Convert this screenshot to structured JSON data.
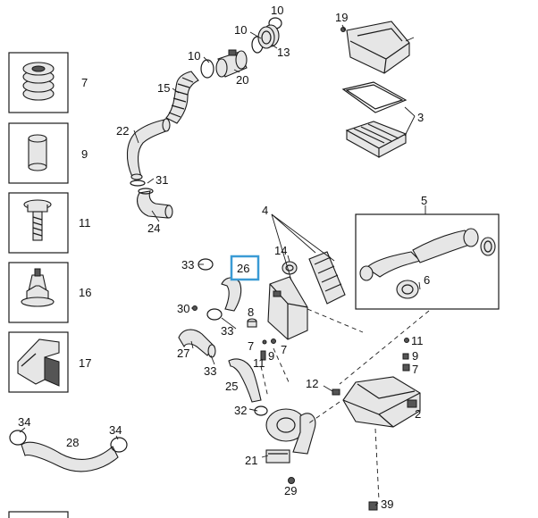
{
  "labels": {
    "l1": "19",
    "l2": "10",
    "l3": "10",
    "l4": "13",
    "l5": "10",
    "l6": "20",
    "l7": "15",
    "l8": "3",
    "l9": "22",
    "l10": "31",
    "l11": "24",
    "l12": "5",
    "l13": "4",
    "l14": "14",
    "l15": "33",
    "l16": "26",
    "l17": "6",
    "l18": "30",
    "l19": "8",
    "l20": "33",
    "l21": "27",
    "l22": "7",
    "l23": "9",
    "l24": "11",
    "l25": "33",
    "l26": "7",
    "l27": "11",
    "l28": "9",
    "l29": "7",
    "l30": "25",
    "l31": "12",
    "l32": "2",
    "l33": "32",
    "l34": "21",
    "l35": "29",
    "l36": "39",
    "l37": "34",
    "l38": "34",
    "l39": "28"
  },
  "legend": [
    {
      "number": "7",
      "icon": "ring-stack-icon"
    },
    {
      "number": "9",
      "icon": "cylinder-plug-icon"
    },
    {
      "number": "11",
      "icon": "bolt-icon"
    },
    {
      "number": "16",
      "icon": "clip-rivet-icon"
    },
    {
      "number": "17",
      "icon": "bracket-icon"
    }
  ]
}
